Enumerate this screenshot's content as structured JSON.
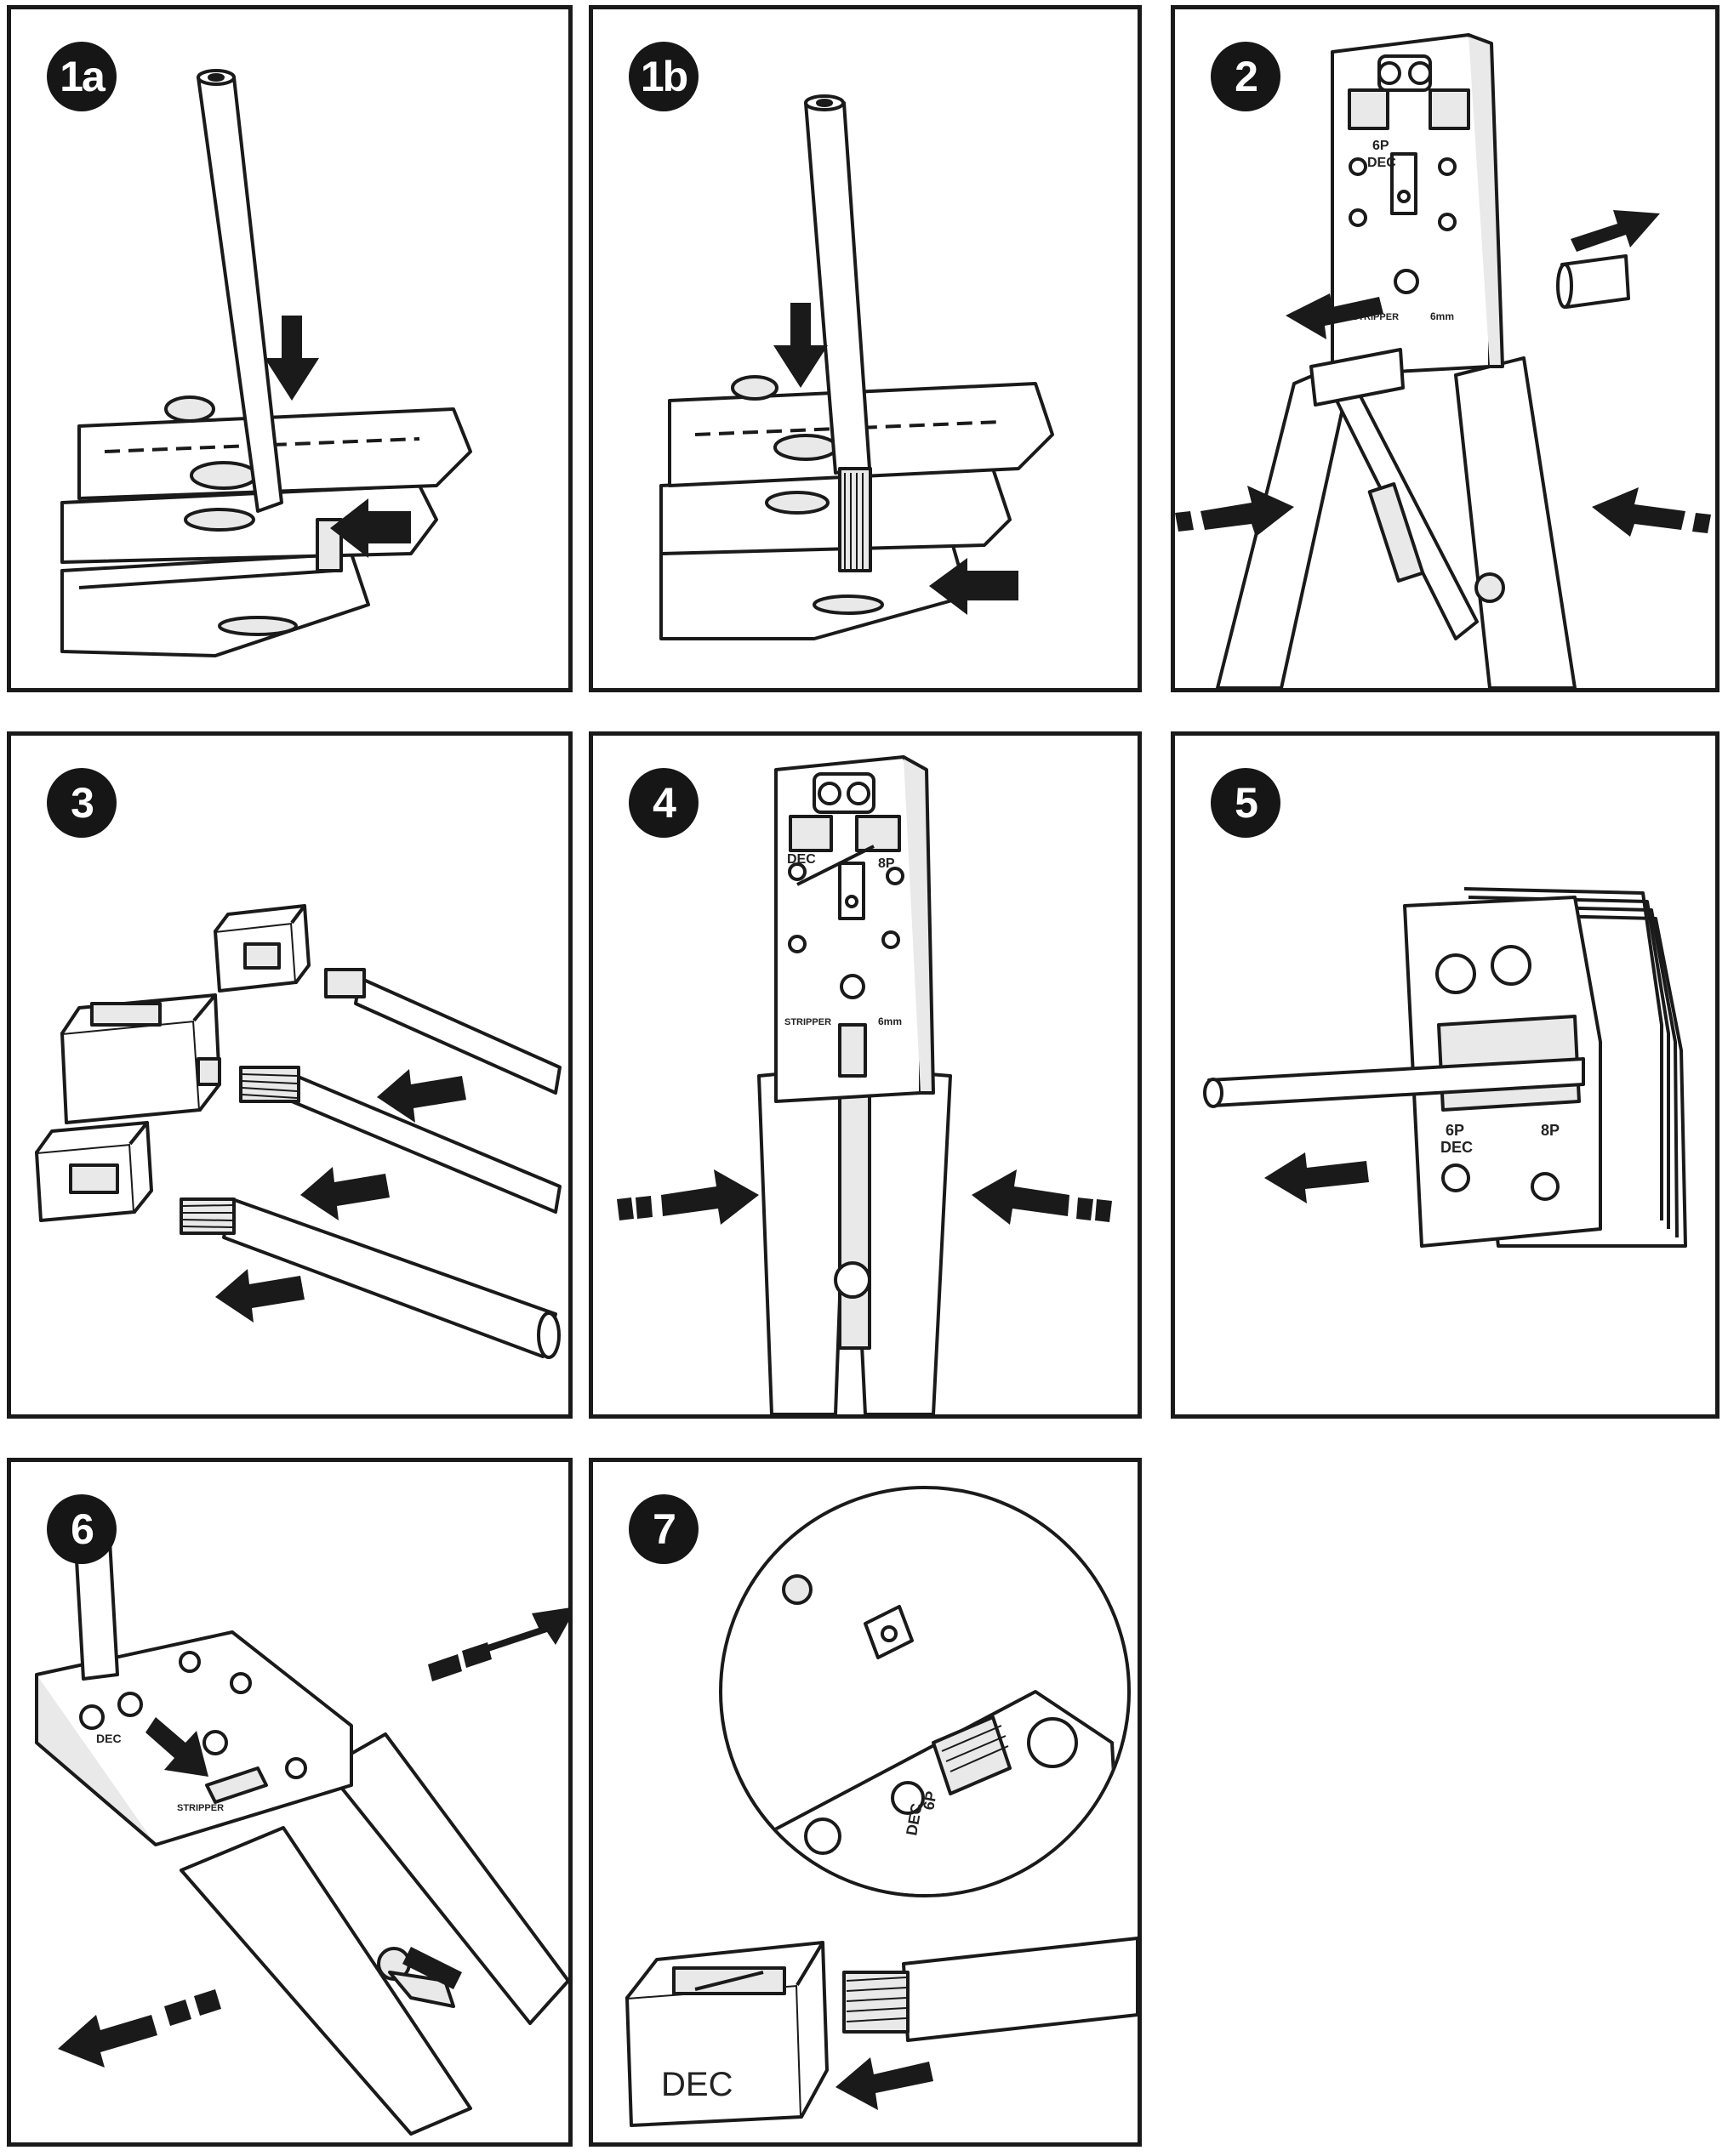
{
  "panels": [
    {
      "step": "1a"
    },
    {
      "step": "1b"
    },
    {
      "step": "2"
    },
    {
      "step": "3"
    },
    {
      "step": "4"
    },
    {
      "step": "5"
    },
    {
      "step": "6"
    },
    {
      "step": "7"
    }
  ],
  "tool_labels": {
    "port_8p": "8P",
    "port_6p": "6P",
    "port_dec": "DEC",
    "stripper": "STRIPPER",
    "size_6mm": "6mm"
  },
  "connector_label": "DEC",
  "colors": {
    "ink": "#1a1a1a",
    "paper": "#ffffff",
    "shade": "#e9e9e9"
  },
  "icons": [
    "arrow-icon",
    "cable-icon",
    "crimp-tool-icon",
    "connector-icon"
  ]
}
